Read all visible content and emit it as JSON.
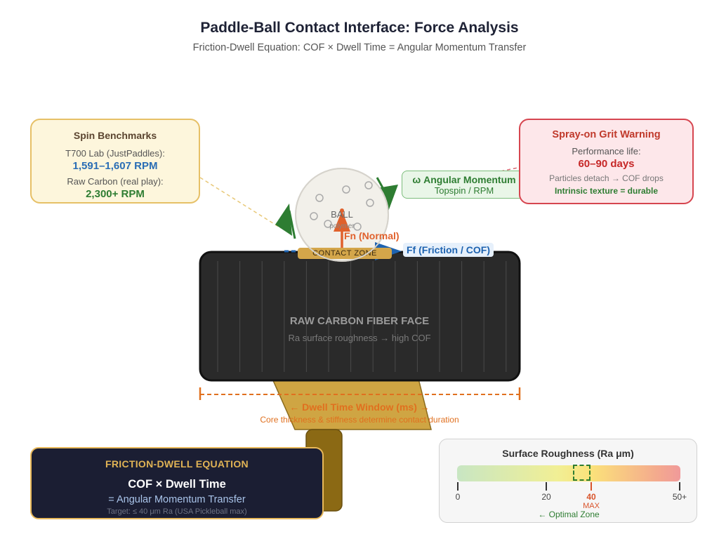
{
  "header": {
    "title": "Paddle-Ball Contact Interface: Force Analysis",
    "subtitle": "Friction-Dwell Equation: COF × Dwell Time = Angular Momentum Transfer"
  },
  "spin_benchmarks": {
    "heading": "Spin Benchmarks",
    "lab_label": "T700 Lab (JustPaddles):",
    "lab_value": "1,591–1,607 RPM",
    "real_label": "Raw Carbon (real play):",
    "real_value": "2,300+ RPM"
  },
  "grit_warning": {
    "heading": "Spray-on Grit Warning",
    "life_label": "Performance life:",
    "life_value": "60–90 days",
    "note": "Particles detach → COF drops",
    "conclusion": "Intrinsic texture = durable"
  },
  "angular_momentum": {
    "heading": "ω Angular Momentum",
    "sub": "Topspin / RPM"
  },
  "ball": {
    "label": "BALL",
    "sub": "polymer"
  },
  "forces": {
    "normal": "Fn (Normal)",
    "friction": "Ff (Friction / COF)"
  },
  "contact_zone": "CONTACT ZONE",
  "paddle_face": {
    "title": "RAW CARBON FIBER FACE",
    "sub": "Ra surface roughness → high COF"
  },
  "dwell": {
    "heading": "← Dwell Time Window (ms) →",
    "sub": "Core thickness & stiffness determine contact duration"
  },
  "equation": {
    "heading": "FRICTION-DWELL EQUATION",
    "main": "COF × Dwell Time",
    "result": "= Angular Momentum Transfer",
    "target": "Target: ≤ 40 μm Ra (USA Pickleball max)"
  },
  "roughness_scale": {
    "heading": "Surface Roughness (Ra μm)",
    "ticks": [
      "0",
      "20",
      "40",
      "50+"
    ],
    "max_label": "MAX",
    "optimal_label": "← Optimal Zone",
    "max_value": 40,
    "optimal_range": [
      35,
      40
    ]
  },
  "colors": {
    "normal_force": "#e0612c",
    "friction_force": "#1e63b0",
    "spin": "#2e7d32",
    "dwell": "#e0701f"
  }
}
